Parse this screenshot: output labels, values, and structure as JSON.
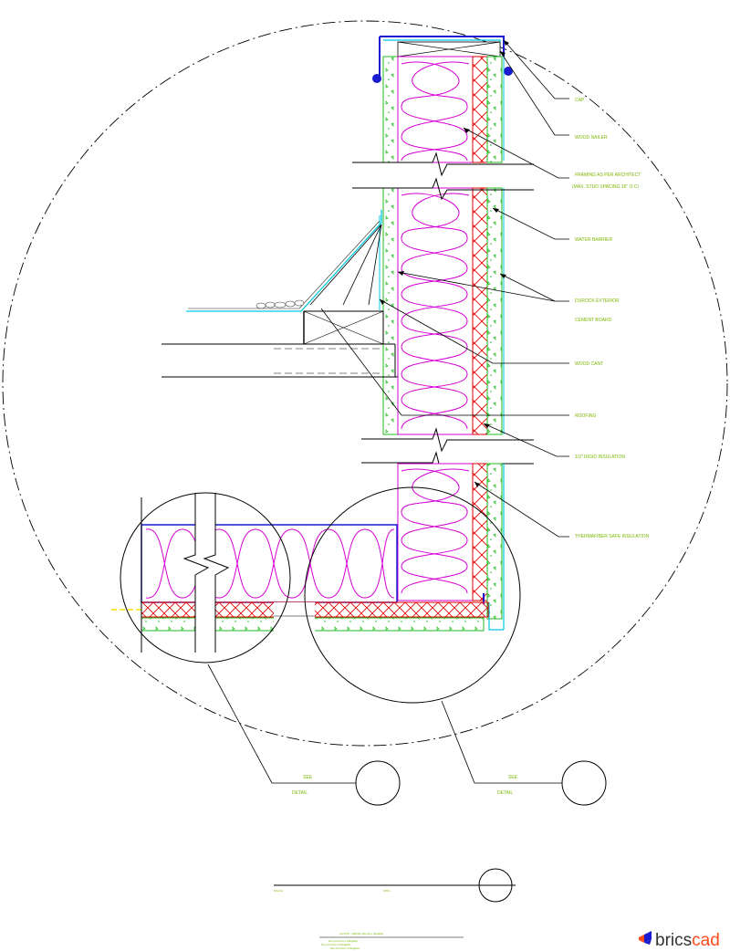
{
  "callouts": [
    "CAP",
    "WOOD NAILER",
    "FRAMING AS PER ARCHITECT",
    "(MAX. STUD SPACING 16\" O.C)",
    "WATER BARRIER",
    "DUROCK EXTERIOR",
    "CEMENT BOARD",
    "WOOD CANT",
    "ROOFING",
    "1/2\" RIGID INSULATION",
    "THERMAFIBER SAFE INSULATION"
  ],
  "detail_refs": [
    {
      "see": "SEE",
      "detail": "DETAIL"
    },
    {
      "see": "SEE",
      "detail": "DETAIL"
    }
  ],
  "title_block": {
    "scale": "SCALE",
    "dwg": "DWG",
    "title": "mmXXX - DETAIL title (tiny, illegible)",
    "notes": [
      "fine print line 1 (illegible)",
      "fine print line 2 (illegible)",
      "fine print line 3 (illegible)"
    ]
  },
  "brand": {
    "word": "brics",
    "accent": "cad"
  },
  "colors": {
    "insulation": "#d400d4",
    "board": "#22bb22",
    "rigid": "#e00000",
    "frame": "#1a1ad0",
    "cap": "#1a1ad0",
    "flashing": "#00c8e0",
    "leader": "#000000",
    "label": "#7ab800",
    "tape": "#ffe000"
  }
}
